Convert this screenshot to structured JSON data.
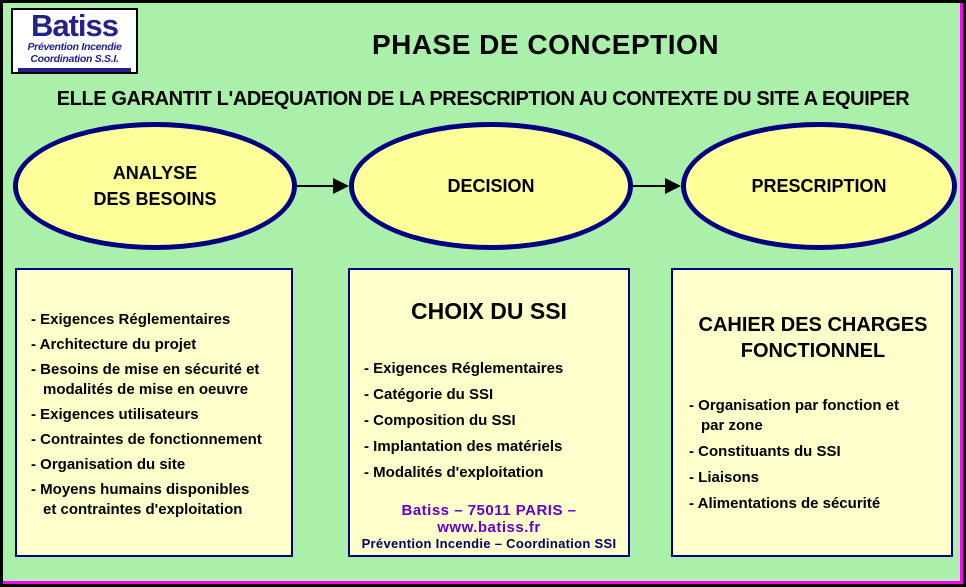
{
  "header": {
    "title": "PHASE DE CONCEPTION",
    "subtitle": "ELLE GARANTIT L'ADEQUATION DE LA PRESCRIPTION AU CONTEXTE DU SITE A EQUIPER"
  },
  "logo": {
    "name": "Batiss",
    "subtitle1": "Prévention Incendie",
    "subtitle2": "Coordination S.S.I."
  },
  "flow": {
    "steps": [
      {
        "label": "ANALYSE\nDES BESOINS"
      },
      {
        "label": "DECISION"
      },
      {
        "label": "PRESCRIPTION"
      }
    ]
  },
  "boxes": {
    "besoins": {
      "items": [
        "- Exigences Réglementaires",
        "- Architecture du projet",
        "- Besoins de mise en sécurité et\nmodalités de mise en oeuvre",
        "- Exigences utilisateurs",
        "- Contraintes de fonctionnement",
        "- Organisation du site",
        "- Moyens humains disponibles\net contraintes d'exploitation"
      ]
    },
    "choix": {
      "title": "CHOIX DU SSI",
      "items": [
        "- Exigences Réglementaires",
        "- Catégorie du SSI",
        "- Composition du SSI",
        "- Implantation des matériels",
        "- Modalités d'exploitation"
      ],
      "footer_line1": "Batiss – 75011 PARIS – www.batiss.fr",
      "footer_line2": "Prévention Incendie – Coordination SSI"
    },
    "cahier": {
      "title": "CAHIER DES CHARGES\nFONCTIONNEL",
      "items": [
        "- Organisation par fonction et\npar zone",
        "- Constituants du SSI",
        "- Liaisons",
        "-  Alimentations de sécurité"
      ]
    }
  },
  "colors": {
    "background_green": "#AAF0AA",
    "ellipse_fill": "#FFFF99",
    "box_fill": "#FFFFCC",
    "navy_border": "#000080",
    "logo_navy": "#22228E",
    "footer_purple": "#6600CC",
    "footer_navy": "#000066",
    "accent_magenta": "#FF00FF"
  }
}
